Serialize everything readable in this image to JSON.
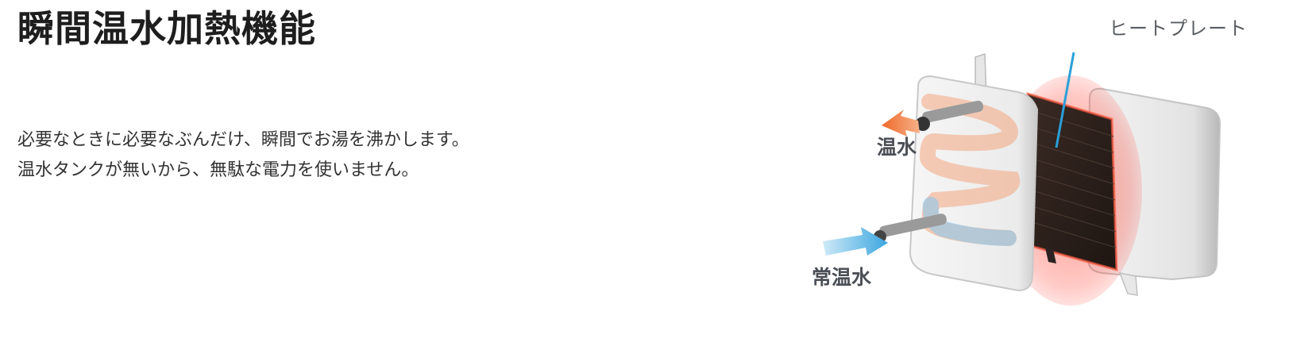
{
  "title": "瞬間温水加熱機能",
  "description": {
    "line1": "必要なときに必要なぶんだけ、瞬間でお湯を沸かします。",
    "line2": "温水タンクが無いから、無駄な電力を使いません。"
  },
  "figure": {
    "label_heat_plate": "ヒートプレート",
    "label_hot_water": "温水",
    "label_room_temp_water": "常温水",
    "colors": {
      "hot_arrow": "#f08040",
      "cold_arrow": "#5ab4e8",
      "heat_plate_glow": "#ff3a2a",
      "pointer_line": "#2aa0d8"
    }
  }
}
